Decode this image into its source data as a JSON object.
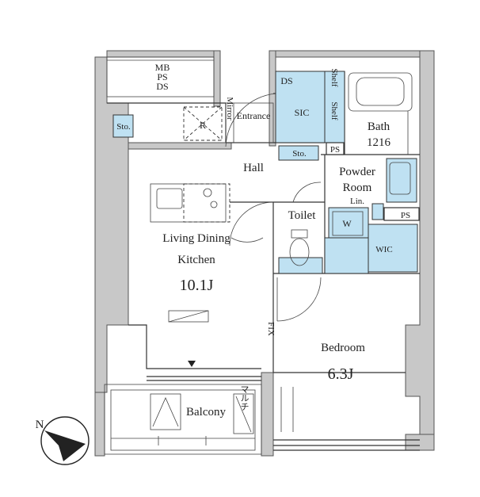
{
  "rooms": {
    "mb_ps_ds": [
      "MB",
      "PS",
      "DS"
    ],
    "ds": "DS",
    "sic": "SIC",
    "shelf_top": "Shelf",
    "shelf_bottom": "Shelf",
    "bath": "Bath",
    "bath_size": "1216",
    "mirror": "Mirror",
    "entrance": "Entrance",
    "sto_left": "Sto.",
    "sto_mid": "Sto.",
    "ps_upper": "PS",
    "ps_lower": "PS",
    "refrigerator": "R",
    "hall": "Hall",
    "powder": "Powder",
    "room": "Room",
    "lin": "Lin.",
    "toilet": "Toilet",
    "w": "W",
    "wic": "WIC",
    "ldk_line1": "Living Dining",
    "ldk_line2": "Kitchen",
    "ldk_size": "10.1J",
    "fix": "FIX",
    "bedroom": "Bedroom",
    "bedroom_size": "6.3J",
    "balcony": "Balcony",
    "maruchi": "マルチ"
  },
  "colors": {
    "wall": "#c8c8c8",
    "wet_area": "#bfe1f2",
    "line": "#333333"
  },
  "compass": {
    "label": "N"
  }
}
